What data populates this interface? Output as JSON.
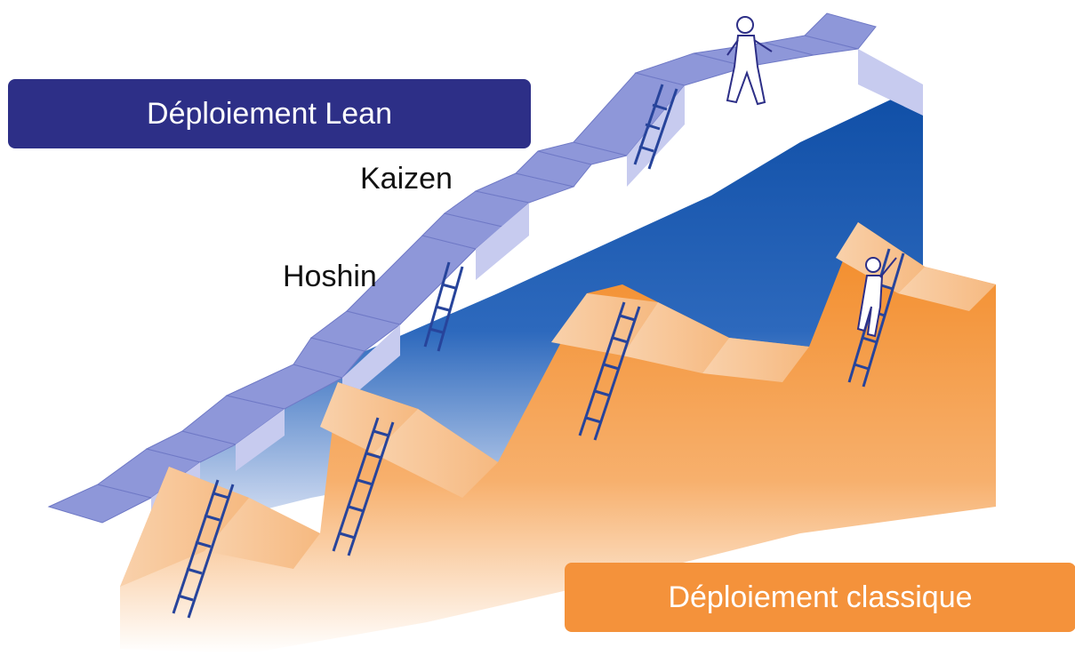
{
  "banners": {
    "lean": "Déploiement Lean",
    "classic": "Déploiement classique"
  },
  "labels": {
    "kaizen": "Kaizen",
    "hoshin": "Hoshin"
  },
  "colors": {
    "lean_banner": "#2d2f87",
    "classic_banner": "#f4923b",
    "lean_stair_top": "#8f98d8",
    "lean_stair_riser": "#c9cdee",
    "lean_wall": "#1f56a8",
    "classic_wall": "#f3922f",
    "classic_top": "#f8c493",
    "ladder": "#27449b"
  },
  "illustration": {
    "icons": [
      "staircase-lean",
      "irregular-steps-classic",
      "ladder-icon",
      "walking-person-icon",
      "climbing-person-icon"
    ]
  }
}
